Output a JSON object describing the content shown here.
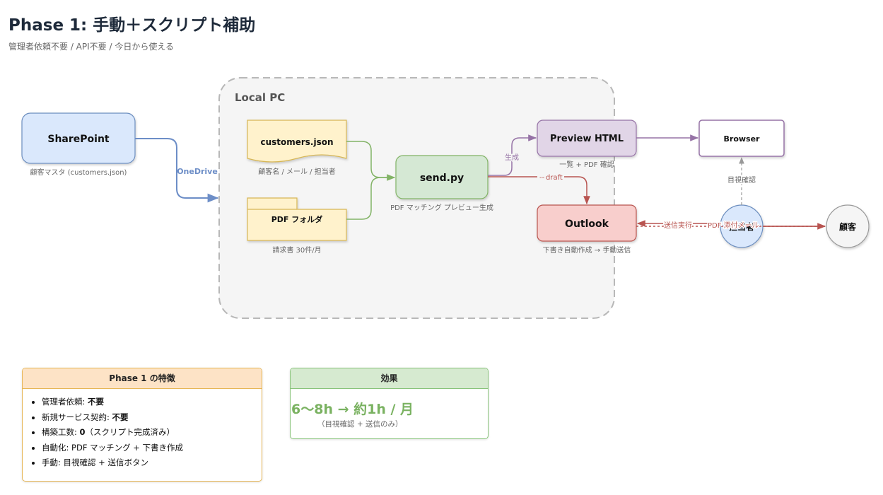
{
  "header": {
    "title": "Phase 1: 手動＋スクリプト補助",
    "subtitle": "管理者依頼不要 / API不要 / 今日から使える"
  },
  "diagram": {
    "group_label": "Local PC",
    "nodes": {
      "sharepoint": {
        "label": "SharePoint",
        "caption": "顧客マスタ (customers.json)"
      },
      "customers_json": {
        "label": "customers.json",
        "caption": "顧客名 / メール / 担当者"
      },
      "pdf_folder": {
        "label": "PDF フォルダ",
        "caption": "請求書 30件/月"
      },
      "send_py": {
        "label": "send.py",
        "caption": "PDF マッチング プレビュー生成"
      },
      "preview_html": {
        "label": "Preview HTML",
        "caption": "一覧 + PDF 確認"
      },
      "browser": {
        "label": "Browser"
      },
      "outlook": {
        "label": "Outlook",
        "caption": "下書き自動作成 → 手動送信"
      },
      "tantou": {
        "label": "担当者"
      },
      "kokyaku": {
        "label": "顧客"
      }
    },
    "edges": {
      "onedrive": "OneDrive",
      "seisei": "生成",
      "draft": "draft",
      "mokushi": "目視確認",
      "soushin": "送信実行",
      "pdf_mail": "PDF 添付メール"
    },
    "colors": {
      "blue_edge": "#6d8ec7",
      "green_edge": "#82b366",
      "purple_edge": "#9673a6",
      "red_edge": "#b85450",
      "grey_edge": "#999999"
    }
  },
  "features_panel": {
    "title": "Phase 1 の特徴",
    "items": [
      {
        "key": "管理者依頼: ",
        "value": "不要",
        "note": ""
      },
      {
        "key": "新規サービス契約: ",
        "value": "不要",
        "note": ""
      },
      {
        "key": "構築工数: ",
        "value": "0",
        "note": "（スクリプト完成済み）"
      },
      {
        "key": "自動化: PDF マッチング + 下書き作成",
        "value": "",
        "note": ""
      },
      {
        "key": "手動: 目視確認 + 送信ボタン",
        "value": "",
        "note": ""
      }
    ]
  },
  "effect_panel": {
    "title": "効果",
    "main": "6〜8h → 約1h / 月",
    "sub": "（目視確認 + 送信のみ）"
  }
}
